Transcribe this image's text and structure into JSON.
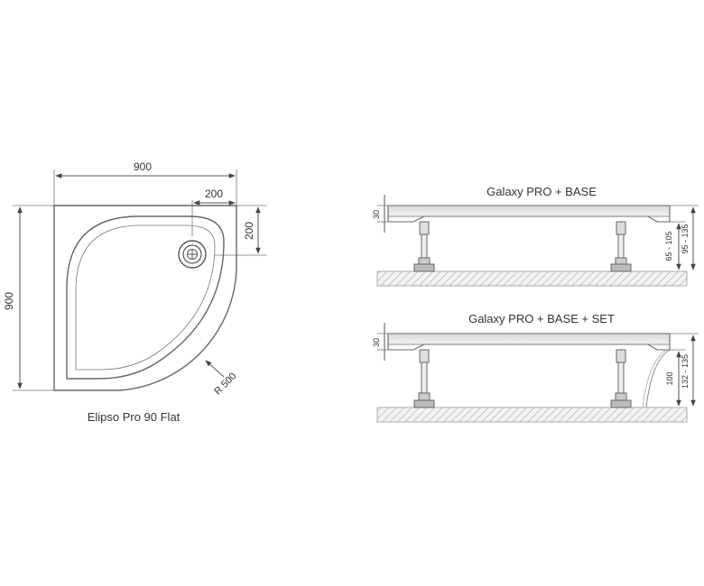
{
  "left": {
    "product_name": "Elipso Pro 90 Flat",
    "width_label": "900",
    "height_label": "900",
    "drain_offset_x": "200",
    "drain_offset_y": "200",
    "radius_label": "R 500"
  },
  "right_top": {
    "title": "Galaxy PRO + BASE",
    "tray_height": "30",
    "leg_range": "65 - 105",
    "total_range": "95 - 135"
  },
  "right_bottom": {
    "title": "Galaxy PRO + BASE + SET",
    "tray_height": "30",
    "panel_height": "100",
    "total_range": "132 - 135"
  },
  "colors": {
    "line": "#555555",
    "ground": "#bbbbbb",
    "shade": "#e6e6e6"
  }
}
